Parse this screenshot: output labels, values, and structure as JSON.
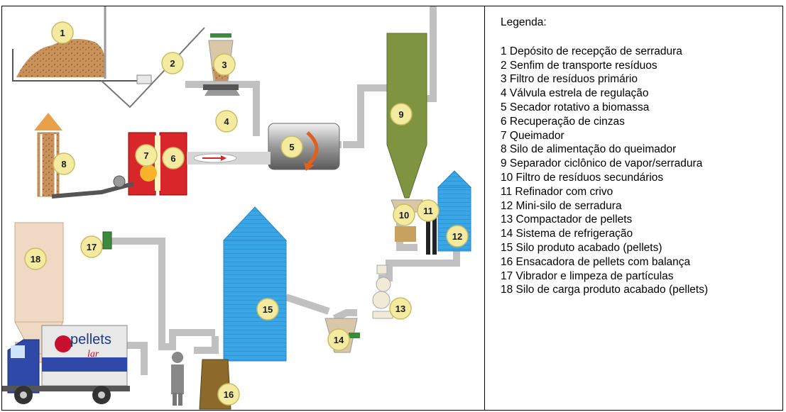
{
  "legend": {
    "title": "Legenda:",
    "items": [
      "1 Depósito de recepção de serradura",
      "2 Senfim de transporte resíduos",
      "3 Filtro de resíduos primário",
      "4 Válvula estrela de regulação",
      "5 Secador rotativo a biomassa",
      "6 Recuperação de cinzas",
      "7 Queimador",
      "8 Silo de alimentação do queimador",
      "9 Separador ciclônico de vapor/serradura",
      "10 Filtro de resíduos secundários",
      "11 Refinador com crivo",
      "12 Mini-silo de serradura",
      "13 Compactador de pellets",
      "14 Sistema de refrigeração",
      "15 Silo produto acabado (pellets)",
      "16 Ensacadora de pellets com balança",
      "17 Vibrador e limpeza de partículas",
      "18  Silo  de  carga  produto  acabado (pellets)"
    ]
  },
  "markers": [
    "1",
    "2",
    "3",
    "4",
    "5",
    "6",
    "7",
    "8",
    "9",
    "10",
    "11",
    "12",
    "13",
    "14",
    "15",
    "16",
    "17",
    "18"
  ],
  "truck": {
    "logo_text": "pellets",
    "logo_subtext": "lar"
  },
  "colors": {
    "marker_fill": "#f4eaa0",
    "pipe": "#c0c0c0",
    "sawdust": "#c8925a",
    "cyclone": "#7f9440",
    "silo_blue": "#3aa6e6",
    "burner_red": "#d8262a",
    "load_silo": "#efd9c4"
  }
}
